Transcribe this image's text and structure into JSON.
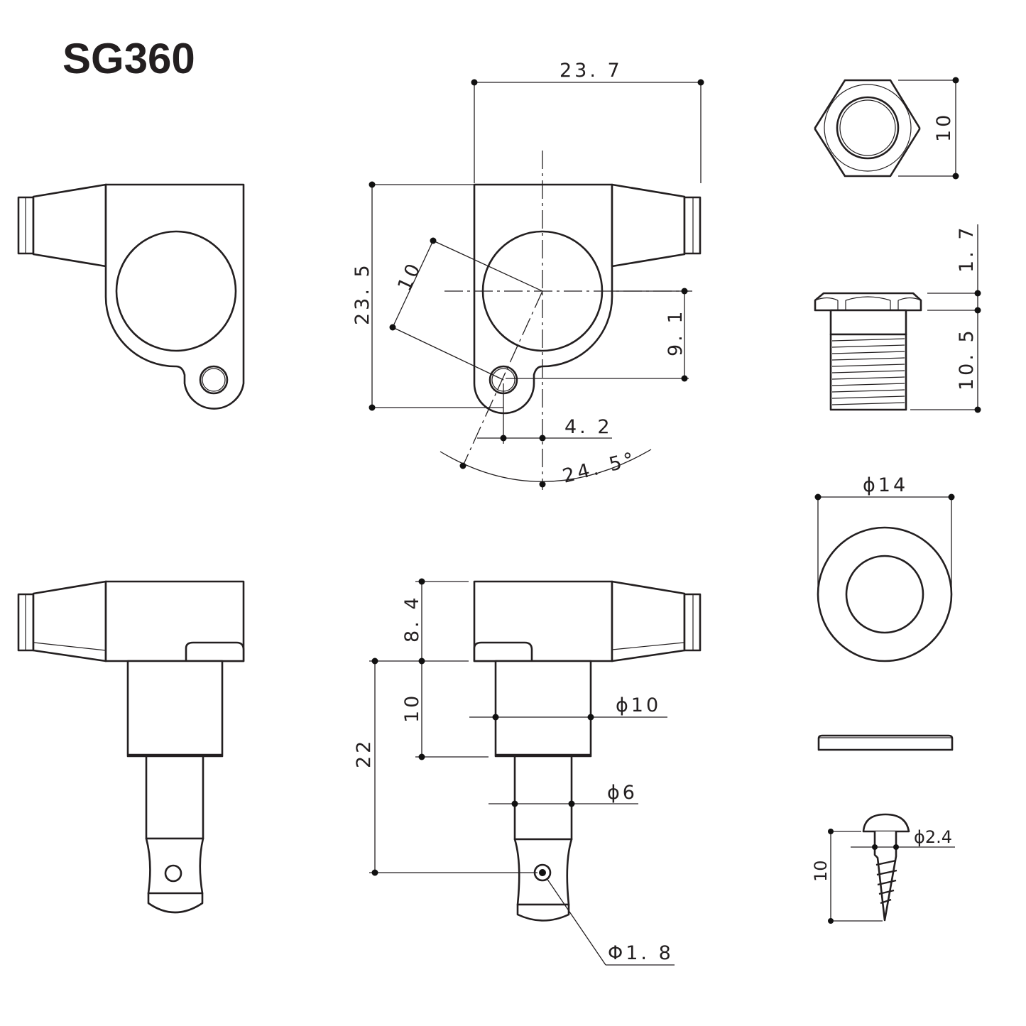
{
  "title": "SG360",
  "colors": {
    "ink": "#231f20",
    "background": "#ffffff"
  },
  "views": {
    "front_view": {
      "label": "front-view-left"
    },
    "side_view": {
      "label": "side-view-left"
    },
    "front_dimensioned": {
      "dimensions": {
        "overall_width": "23. 7",
        "overall_height": "23. 5",
        "post_to_hole_radius": "10",
        "hole_vertical_offset": "9. 1",
        "hole_horizontal_offset": "4. 2",
        "angle": "24. 5°"
      }
    },
    "side_dimensioned": {
      "dimensions": {
        "housing_height": "8. 4",
        "bushing_height": "10",
        "post_height_to_hole": "22",
        "bushing_diameter": "ϕ10",
        "post_diameter": "ϕ6",
        "string_hole_diameter": "Φ1. 8"
      }
    },
    "hex_nut_top": {
      "dimensions": {
        "across_flats": "10"
      }
    },
    "hex_nut_side": {
      "dimensions": {
        "flange_height": "1. 7",
        "thread_length": "10. 5"
      }
    },
    "washer_top": {
      "dimensions": {
        "outer_diameter": "ϕ14"
      }
    },
    "washer_side": {
      "label": "washer-side"
    },
    "screw": {
      "dimensions": {
        "length": "10",
        "diameter": "ϕ2.4"
      }
    }
  }
}
